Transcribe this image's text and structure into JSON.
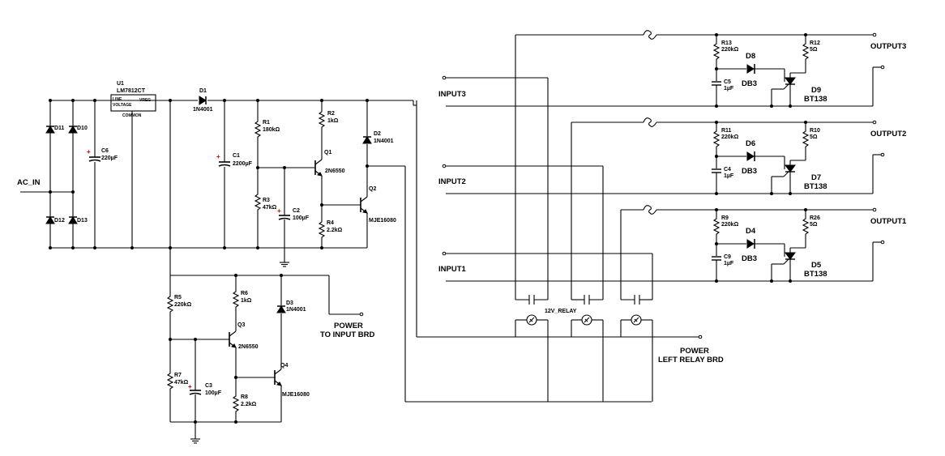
{
  "labels": {
    "ac_in": "AC_IN",
    "u1_ref": "U1",
    "u1_part": "LM7812CT",
    "u1_line": "LINE",
    "u1_voltage": "VOLTAGE",
    "u1_vreg": "VREG",
    "u1_common": "COMMON",
    "d1_ref": "D1",
    "d1_val": "1N4001",
    "d2_ref": "D2",
    "d2_val": "1N4001",
    "d3_ref": "D3",
    "d3_val": "1N4001",
    "d10": "D10",
    "d11": "D11",
    "d12": "D12",
    "d13": "D13",
    "c6_ref": "C6",
    "c6_val": "220µF",
    "c1_ref": "C1",
    "c1_val": "2200µF",
    "c2_ref": "C2",
    "c2_val": "100µF",
    "c3_ref": "C3",
    "c3_val": "100µF",
    "r1_ref": "R1",
    "r1_val": "180kΩ",
    "r2_ref": "R2",
    "r2_val": "1kΩ",
    "r3_ref": "R3",
    "r3_val": "47kΩ",
    "r4_ref": "R4",
    "r4_val": "2.2kΩ",
    "r5_ref": "R5",
    "r5_val": "220kΩ",
    "r6_ref": "R6",
    "r6_val": "1kΩ",
    "r7_ref": "R7",
    "r7_val": "47kΩ",
    "r8_ref": "R8",
    "r8_val": "2.2kΩ",
    "q1_ref": "Q1",
    "q1_val": "2N6550",
    "q2_ref": "Q2",
    "q2_val": "MJE16080",
    "q3_ref": "Q3",
    "q3_val": "2N6550",
    "q4_ref": "Q4",
    "q4_val": "MJE16080",
    "power_input_1": "POWER",
    "power_input_2": "TO INPUT BRD",
    "power_left_1": "POWER",
    "power_left_2": "LEFT RELAY BRD",
    "relay": "12V_RELAY",
    "input1": "INPUT1",
    "input2": "INPUT2",
    "input3": "INPUT3",
    "output1": "OUTPUT1",
    "output2": "OUTPUT2",
    "output3": "OUTPUT3",
    "ch3": {
      "r13_ref": "R13",
      "r13_val": "220kΩ",
      "r12_ref": "R12",
      "r12_val": "5Ω",
      "c5_ref": "C5",
      "c5_val": "1µF",
      "d8_ref": "D8",
      "d8_val": "DB3",
      "d9_ref": "D9",
      "d9_val": "BT138"
    },
    "ch2": {
      "r11_ref": "R11",
      "r11_val": "220kΩ",
      "r10_ref": "R10",
      "r10_val": "5Ω",
      "c4_ref": "C4",
      "c4_val": "1µF",
      "d6_ref": "D6",
      "d6_val": "DB3",
      "d7_ref": "D7",
      "d7_val": "BT138"
    },
    "ch1": {
      "r9_ref": "R9",
      "r9_val": "220kΩ",
      "r26_ref": "R26",
      "r26_val": "5Ω",
      "c9_ref": "C9",
      "c9_val": "1µF",
      "d4_ref": "D4",
      "d4_val": "DB3",
      "d5_ref": "D5",
      "d5_val": "BT138"
    }
  },
  "colors": {
    "wire": "#000000",
    "polarity": "#c00000"
  }
}
